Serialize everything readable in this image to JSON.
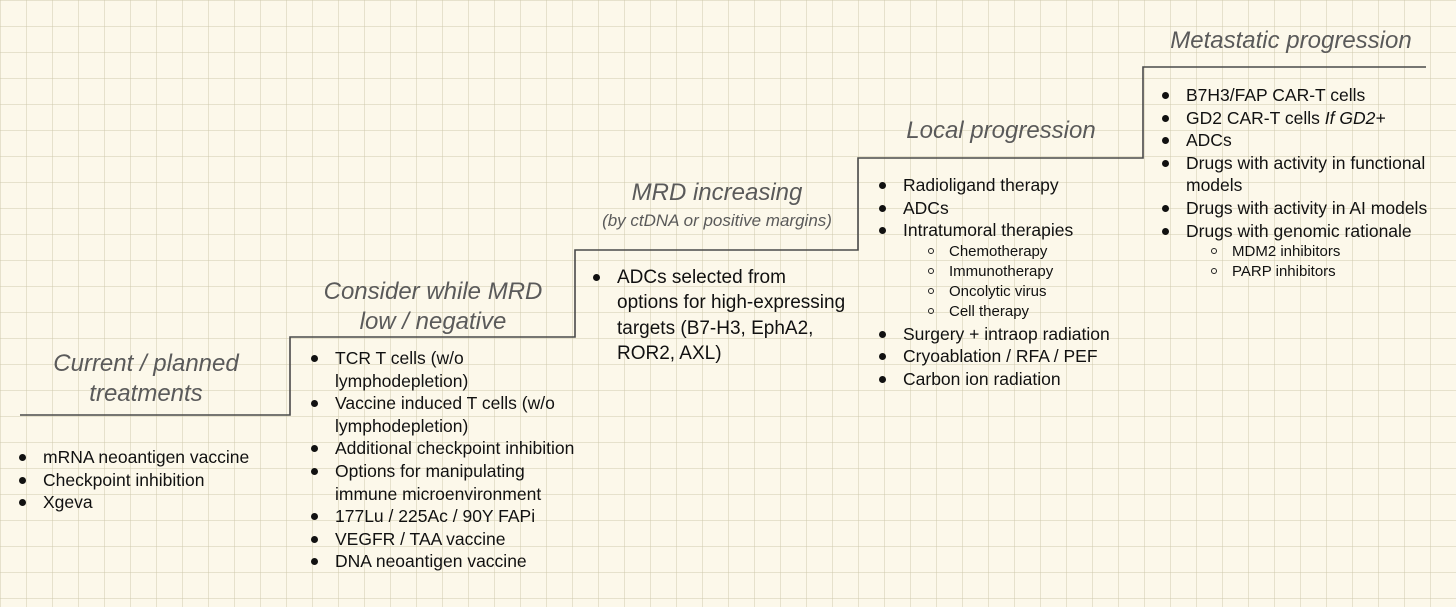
{
  "stages": [
    {
      "title_lines": [
        "Current / planned",
        "treatments"
      ],
      "items": [
        {
          "text": "mRNA neoantigen vaccine"
        },
        {
          "text": "Checkpoint inhibition"
        },
        {
          "text": "Xgeva"
        }
      ]
    },
    {
      "title_lines": [
        "Consider while MRD",
        "low / negative"
      ],
      "items": [
        {
          "text": "TCR T cells (w/o lymphodepletion)"
        },
        {
          "text": "Vaccine induced T cells (w/o lymphodepletion)"
        },
        {
          "text": "Additional checkpoint inhibition"
        },
        {
          "text": "Options for manipulating immune microenvironment"
        },
        {
          "text": "177Lu / 225Ac / 90Y FAPi"
        },
        {
          "text": "VEGFR / TAA vaccine"
        },
        {
          "text": "DNA neoantigen vaccine"
        }
      ]
    },
    {
      "title_lines": [
        "MRD increasing"
      ],
      "subtitle": "(by ctDNA or positive margins)",
      "items": [
        {
          "text": "ADCs selected from options for high-expressing targets (B7-H3, EphA2, ROR2, AXL)"
        }
      ]
    },
    {
      "title_lines": [
        "Local progression"
      ],
      "items": [
        {
          "text": "Radioligand therapy"
        },
        {
          "text": "ADCs"
        },
        {
          "text": "Intratumoral therapies",
          "sub": [
            "Chemotherapy",
            "Immunotherapy",
            "Oncolytic virus",
            "Cell therapy"
          ]
        },
        {
          "text": "Surgery + intraop radiation"
        },
        {
          "text": "Cryoablation / RFA / PEF"
        },
        {
          "text": "Carbon ion radiation"
        }
      ]
    },
    {
      "title_lines": [
        "Metastatic progression"
      ],
      "items": [
        {
          "text": "B7H3/FAP CAR-T cells"
        },
        {
          "text": "GD2 CAR-T cells",
          "qualifier": "If GD2+"
        },
        {
          "text": "ADCs"
        },
        {
          "text": "Drugs with activity in functional models"
        },
        {
          "text": "Drugs with activity in AI models"
        },
        {
          "text": "Drugs with genomic rationale",
          "sub": [
            "MDM2 inhibitors",
            "PARP inhibitors"
          ]
        }
      ]
    }
  ]
}
